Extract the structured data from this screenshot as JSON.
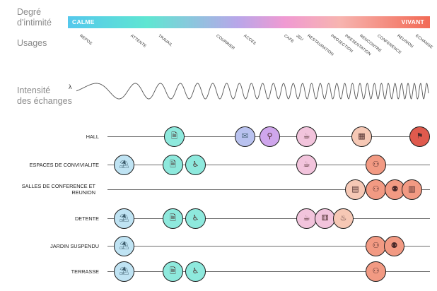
{
  "labels": {
    "degre_line1": "Degré",
    "degre_line2": "d'intimité",
    "usages": "Usages",
    "intensite_line1": "Intensité",
    "intensite_line2": "des échanges",
    "lambda": "λ"
  },
  "scale": {
    "start": "CALME",
    "end": "VIVANT"
  },
  "usages": [
    "REPOS",
    "ATTENTE",
    "TRAVAIL",
    "COURRIER",
    "ACCES",
    "CAFE",
    "JEU",
    "RESTAURATION",
    "PROJECTION",
    "PRESENTATION",
    "RENCONTRE",
    "CONFERENCE",
    "REUNION",
    "ECHANGE"
  ],
  "colors": {
    "calm_blue": "#bfe3f3",
    "work_teal": "#8ee9dd",
    "mail_violet": "#b9c2ef",
    "access_purple": "#cfa6ec",
    "cafe_pink": "#f2c4dc",
    "project_peach": "#f6c8b5",
    "meeting_coral": "#f29a83",
    "exchange_red": "#df5a4d"
  },
  "rows": [
    {
      "label": "HALL",
      "icons": [
        {
          "name": "work",
          "color": "work_teal"
        },
        {
          "name": "mail",
          "color": "mail_violet"
        },
        {
          "name": "access",
          "color": "access_purple"
        },
        {
          "name": "cafe",
          "color": "cafe_pink"
        },
        {
          "name": "projection",
          "color": "project_peach"
        },
        {
          "name": "exchange",
          "color": "exchange_red"
        }
      ]
    },
    {
      "label": "ESPACES DE CONVIVIALITE",
      "icons": [
        {
          "name": "rest",
          "color": "calm_blue"
        },
        {
          "name": "work",
          "color": "work_teal"
        },
        {
          "name": "wait",
          "color": "work_teal"
        },
        {
          "name": "cafe",
          "color": "cafe_pink"
        },
        {
          "name": "meeting",
          "color": "meeting_coral"
        }
      ]
    },
    {
      "label": "SALLES DE CONFERENCE ET REUNION",
      "icons": [
        {
          "name": "presentation",
          "color": "project_peach"
        },
        {
          "name": "meeting",
          "color": "meeting_coral"
        },
        {
          "name": "conference",
          "color": "meeting_coral"
        },
        {
          "name": "reunion",
          "color": "meeting_coral"
        }
      ]
    },
    {
      "label": "DETENTE",
      "icons": [
        {
          "name": "rest",
          "color": "calm_blue"
        },
        {
          "name": "work",
          "color": "work_teal"
        },
        {
          "name": "wait",
          "color": "work_teal"
        },
        {
          "name": "cafe",
          "color": "cafe_pink"
        },
        {
          "name": "game",
          "color": "cafe_pink"
        },
        {
          "name": "restaurant",
          "color": "project_peach"
        }
      ]
    },
    {
      "label": "JARDIN SUSPENDU",
      "icons": [
        {
          "name": "rest",
          "color": "calm_blue"
        },
        {
          "name": "meeting",
          "color": "meeting_coral"
        },
        {
          "name": "conference",
          "color": "meeting_coral"
        }
      ]
    },
    {
      "label": "TERRASSE",
      "icons": [
        {
          "name": "rest",
          "color": "calm_blue"
        },
        {
          "name": "work",
          "color": "work_teal"
        },
        {
          "name": "wait",
          "color": "work_teal"
        },
        {
          "name": "meeting",
          "color": "meeting_coral"
        }
      ]
    }
  ]
}
